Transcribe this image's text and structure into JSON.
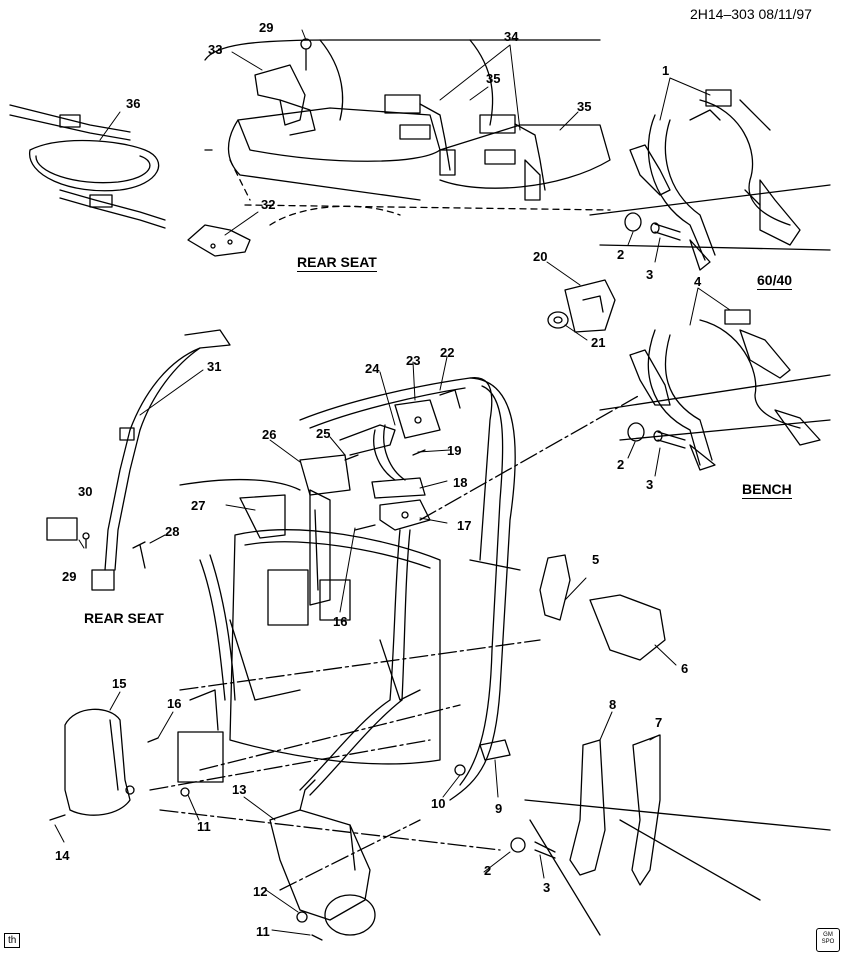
{
  "header": {
    "code": "2H14–303  08/11/97"
  },
  "section_labels": {
    "rear_seat_top": "REAR SEAT",
    "rear_seat_left": "REAR SEAT",
    "sixty_forty": "60/40",
    "bench": "BENCH"
  },
  "callouts": [
    "1",
    "2",
    "3",
    "4",
    "5",
    "6",
    "7",
    "8",
    "9",
    "10",
    "11",
    "12",
    "13",
    "14",
    "15",
    "16",
    "17",
    "18",
    "19",
    "20",
    "21",
    "22",
    "23",
    "24",
    "25",
    "26",
    "27",
    "28",
    "29",
    "30",
    "31",
    "32",
    "33",
    "34",
    "35",
    "36"
  ],
  "footer": {
    "corner_tag": "th"
  },
  "logo": {
    "text_top": "GM",
    "text_bottom": "SPO"
  }
}
